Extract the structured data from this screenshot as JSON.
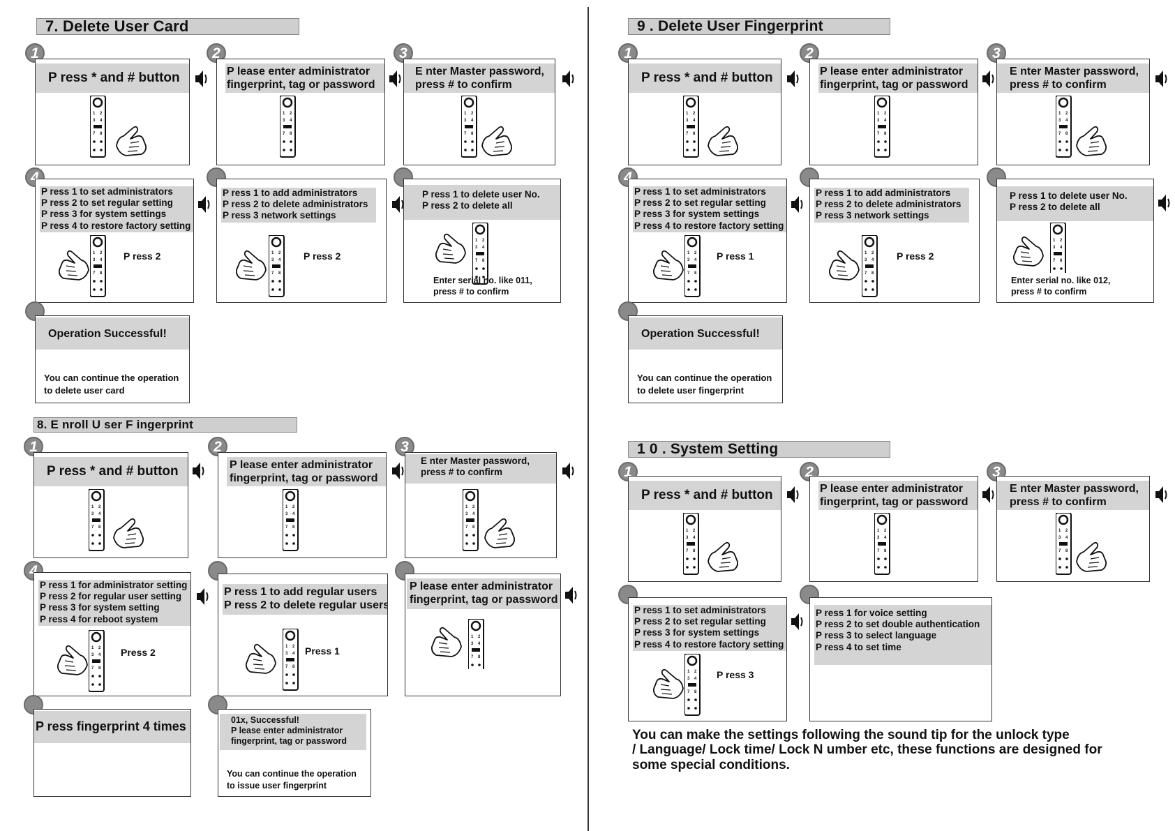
{
  "sections": [
    {
      "title": "7. Delete User Card",
      "steps": [
        {
          "num": "1",
          "text": [
            "P ress * and # button"
          ],
          "label": ""
        },
        {
          "num": "2",
          "text": [
            "P lease enter administrator",
            "fingerprint,  tag  or  password"
          ],
          "label": ""
        },
        {
          "num": "3",
          "text": [
            "E nter Master password,",
            "press #  to confirm"
          ],
          "label": ""
        },
        {
          "num": "4",
          "text": [
            "P ress 1  to set administrators",
            "P ress 2   to set regular setting",
            "P ress 3 for system settings",
            "P ress 4  to restore factory setting"
          ],
          "label": "P ress 2"
        },
        {
          "num": "",
          "text": [
            "P ress 1  to add administrators",
            "P ress 2  to delete administrators",
            "P ress 3   network settings"
          ],
          "label": "P ress 2"
        },
        {
          "num": "",
          "text": [
            "P ress 1  to delete user No.",
            "P ress 2 to delete all"
          ],
          "label": "",
          "note": [
            "Enter serial no. like 011,",
            "press #  to confirm"
          ]
        },
        {
          "num": "",
          "text": [
            "Operation  Successful!"
          ],
          "label": "",
          "note": [
            "You  can  continue  the  operation",
            "to delete user card"
          ]
        }
      ]
    },
    {
      "title": "8. E nroll U ser F ingerprint",
      "steps": [
        {
          "num": "1",
          "text": [
            "P ress * and # button"
          ],
          "label": ""
        },
        {
          "num": "2",
          "text": [
            "P lease enter administrator",
            "fingerprint,  tag  or  password"
          ],
          "label": ""
        },
        {
          "num": "3",
          "text": [
            "E nter  Master  password,",
            "press  #   to  confirm"
          ],
          "label": ""
        },
        {
          "num": "4",
          "text": [
            "P ress  1  for administrator  setting",
            "P ress 2  for regular user setting",
            "P ress 3 for system setting",
            "P ress 4 for reboot system"
          ],
          "label": "Press 2"
        },
        {
          "num": "",
          "text": [
            "P ress 1 to add regular users",
            "P ress 2 to delete regular users"
          ],
          "label": "Press 1"
        },
        {
          "num": "",
          "text": [
            "P lease enter administrator",
            "fingerprint,   tag  or  password"
          ],
          "label": ""
        },
        {
          "num": "",
          "text": [
            "P ress fingerprint 4  times"
          ],
          "label": ""
        },
        {
          "num": "",
          "text": [
            "01x, Successful!",
            " P lease enter administrator",
            "fingerprint,   tag  or  password"
          ],
          "label": "",
          "note": [
            "You  can  continue  the  operation",
            "to  issue  user  fingerprint"
          ]
        }
      ]
    },
    {
      "title": "9 .   Delete  User  Fingerprint",
      "steps": [
        {
          "num": "1",
          "text": [
            "P ress * and # button"
          ],
          "label": ""
        },
        {
          "num": "2",
          "text": [
            "P lease enter administrator",
            "fingerprint,  tag  or  password"
          ],
          "label": ""
        },
        {
          "num": "3",
          "text": [
            "E nter Master password,",
            "press #  to confirm"
          ],
          "label": ""
        },
        {
          "num": "4",
          "text": [
            "P ress 1  to set administrators",
            "P ress 2   to set regular setting",
            "P ress 3 for system settings",
            "P ress 4  to restore factory setting"
          ],
          "label": "P ress 1"
        },
        {
          "num": "",
          "text": [
            "P ress 1  to add administrators",
            "P ress 2  to delete administrators",
            "P ress 3   network settings"
          ],
          "label": "P ress 2"
        },
        {
          "num": "",
          "text": [
            "P ress 1  to delete user No.",
            "P ress 2 to delete all"
          ],
          "label": "",
          "note": [
            "Enter serial no. like 012,",
            "press #  to confirm"
          ]
        },
        {
          "num": "",
          "text": [
            "Operation  Successful!"
          ],
          "label": "",
          "note": [
            "You  can  continue  the  operation",
            "to  delete  user  fingerprint"
          ]
        }
      ]
    },
    {
      "title": "1 0 . System  Setting",
      "steps": [
        {
          "num": "1",
          "text": [
            "P ress * and # button"
          ],
          "label": ""
        },
        {
          "num": "2",
          "text": [
            "P lease enter administrator",
            "fingerprint,  tag  or  password"
          ],
          "label": ""
        },
        {
          "num": "3",
          "text": [
            "E nter Master password,",
            "press #  to confirm"
          ],
          "label": ""
        },
        {
          "num": "",
          "text": [
            "P ress 1  to set administrators",
            "P ress 2   to set regular setting",
            "P ress 3 for system settings",
            "P ress 4  to restore factory setting"
          ],
          "label": "P ress 3"
        },
        {
          "num": "",
          "text": [
            "P ress 1 for voice setting",
            "P ress 2    to set double authentication",
            "P ress 3 to select language",
            "P ress 4 to set time"
          ],
          "label": ""
        }
      ],
      "footer": [
        "You  can  make  the  settings  following  the  sound  tip  for  the  unlock  type",
        "/  Language/ Lock  time/ Lock  N umber  etc,  these  functions  are  designed  for",
        "some  special  conditions."
      ]
    }
  ],
  "icons": [
    "speaker-icon",
    "keypad-icon",
    "hand-pointer-icon"
  ],
  "colors": {
    "band": "#d4d4d4",
    "section_bar": "#cfcfcf",
    "circle": "#8a8a8a",
    "border": "#333333"
  }
}
